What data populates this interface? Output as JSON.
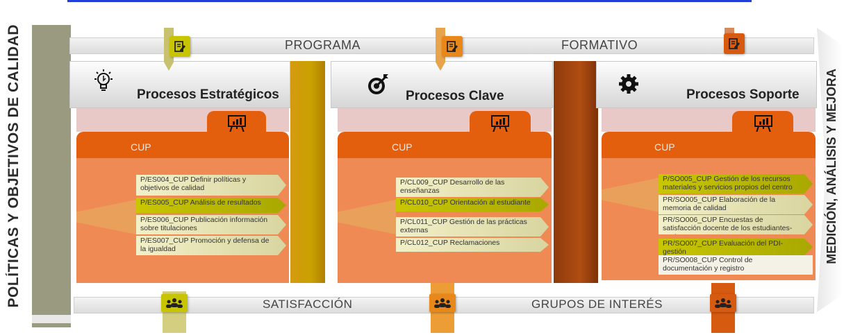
{
  "left_label": "POLÍTICAS Y OBJETIVOS DE CALIDAD",
  "right_label": "MEDICIÓN, ANÁLISIS Y MEJORA",
  "top_band": {
    "left": "PROGRAMA",
    "right": "FORMATIVO"
  },
  "bottom_band": {
    "left": "SATISFACCIÓN",
    "right": "GRUPOS DE INTERÉS"
  },
  "columns": [
    {
      "title": "Procesos Estratégicos",
      "icon": "lightbulb-icon",
      "accent": "#c9c400",
      "cup": "CUP",
      "items": [
        {
          "code": "P/ES004_CUP",
          "text": "Definir políticas y objetivos de calidad"
        },
        {
          "code": "P/ES005_CUP",
          "text": "Análisis de resultados"
        },
        {
          "code": "P/ES006_CUP",
          "text": "Publicación información sobre titulaciones"
        },
        {
          "code": "P/ES007_CUP",
          "text": "Promoción y defensa de la igualdad"
        }
      ]
    },
    {
      "title": "Procesos Clave",
      "icon": "target-icon",
      "accent": "#e8871a",
      "cup": "CUP",
      "items": [
        {
          "code": "P/CL009_CUP",
          "text": "Desarrollo de las enseñanzas"
        },
        {
          "code": "P/CL010_CUP",
          "text": "Orientación al estudiante"
        },
        {
          "code": "P/CL011_CUP",
          "text": "Gestión de las prácticas externas"
        },
        {
          "code": "P/CL012_CUP",
          "text": "Reclamaciones"
        }
      ]
    },
    {
      "title": "Procesos Soporte",
      "icon": "gear-icon",
      "accent": "#d65a10",
      "cup": "CUP",
      "items": [
        {
          "code": "P/SO005_CUP",
          "text": "Gestión de los recursos materiales y servicios propios del centro"
        },
        {
          "code": "PR/SO005_CUP",
          "text": "Elaboración de la memoria de calidad"
        },
        {
          "code": "PR/SO006_CUP",
          "text": "Encuestas de satisfacción docente de los estudiantes-centro"
        },
        {
          "code": "PR/SO007_CUP",
          "text": "Evaluación del PDI-gestión"
        },
        {
          "code": "PR/SO008_CUP",
          "text": "Control de documentación y registro"
        }
      ]
    }
  ]
}
